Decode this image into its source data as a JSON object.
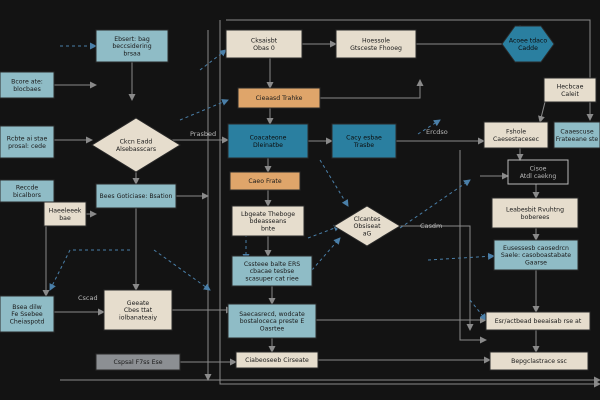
{
  "theme": {
    "background": "#131313",
    "edge": "#8a8a8a",
    "edge_dashed": "#4a7fa8",
    "text_dark": "#1a1a1a",
    "text_light": "#b9b9b9",
    "fill_cream": "#e6ddcd",
    "fill_blue": "#8fbcc6",
    "fill_teal": "#2a7fa0",
    "fill_orange": "#dfa56a",
    "fill_grey": "#8c8f93"
  },
  "nodes": [
    {
      "id": "n1",
      "shape": "rect",
      "fill": "blue",
      "label": [
        "Ebsert: bag",
        "beccsidering",
        "brsaa"
      ]
    },
    {
      "id": "n2",
      "shape": "rect",
      "fill": "blue",
      "label": [
        "Bcore ate:",
        "blocbaes"
      ]
    },
    {
      "id": "n3",
      "shape": "rect",
      "fill": "blue",
      "label": [
        "Rcbte ai stae",
        "prosal: cede"
      ]
    },
    {
      "id": "n4",
      "shape": "rect",
      "fill": "blue",
      "label": [
        "Reccde",
        "bicalbors"
      ]
    },
    {
      "id": "n5",
      "shape": "rect",
      "fill": "cream",
      "label": [
        "Haeeleeek",
        "bae"
      ]
    },
    {
      "id": "n6",
      "shape": "diamond",
      "fill": "cream",
      "label": [
        "Ckcn Eadd",
        "Alsebasscars"
      ]
    },
    {
      "id": "n7",
      "shape": "rect",
      "fill": "blue",
      "label": [
        "Bees Goticiase: Bsation"
      ]
    },
    {
      "id": "n8",
      "shape": "rect",
      "fill": "blue",
      "label": [
        "Bsea dilw",
        "Fe Ssebee",
        "Cheiaspotd"
      ]
    },
    {
      "id": "n9",
      "shape": "rect",
      "fill": "cream",
      "label": [
        "Geeate",
        "Cbes ttat",
        "iolbanateaiy"
      ]
    },
    {
      "id": "n10",
      "shape": "rect",
      "fill": "grey",
      "label": [
        "Cspsal  F7ss Ese"
      ]
    },
    {
      "id": "n11",
      "shape": "rect",
      "fill": "cream",
      "label": [
        "Cksaisbt",
        "Obas 0"
      ]
    },
    {
      "id": "n12",
      "shape": "rect",
      "fill": "orange",
      "label": [
        "Cieaasd Trahke"
      ]
    },
    {
      "id": "n13",
      "shape": "rect",
      "fill": "teal",
      "label": [
        "Coacateone",
        "Dleinatbe"
      ]
    },
    {
      "id": "n14",
      "shape": "rect",
      "fill": "orange",
      "label": [
        "Caeo   Frate"
      ]
    },
    {
      "id": "n15",
      "shape": "rect",
      "fill": "cream",
      "label": [
        "Lbgeate Theboge",
        "bdeasseans",
        "bnte"
      ]
    },
    {
      "id": "n16",
      "shape": "rect",
      "fill": "blue",
      "label": [
        "Cssteee balte ERS",
        "cbacae tesbse",
        "scasuper cat riee"
      ]
    },
    {
      "id": "n17",
      "shape": "rect",
      "fill": "blue",
      "label": [
        "Saecasrecd, wodcate",
        "bostaloceca preste E",
        "Oasrtee"
      ]
    },
    {
      "id": "n18",
      "shape": "rect",
      "fill": "cream",
      "label": [
        "Ciabeoseeb Cirseate"
      ]
    },
    {
      "id": "n19",
      "shape": "rect",
      "fill": "cream",
      "label": [
        "Hoessole",
        "Gtsceste Fhooeg"
      ]
    },
    {
      "id": "n20",
      "shape": "rect",
      "fill": "teal",
      "label": [
        "Cacy esbae",
        "Trasbe"
      ]
    },
    {
      "id": "n21",
      "shape": "diamond",
      "fill": "cream",
      "label": [
        "Clcantes",
        "Obsiseat",
        "aG"
      ]
    },
    {
      "id": "n22",
      "shape": "hexagon",
      "fill": "teal",
      "label": [
        "Acoee tdaco",
        "Cadde"
      ]
    },
    {
      "id": "n23",
      "shape": "rect",
      "fill": "cream",
      "label": [
        "Hecbcae",
        "Caleit"
      ]
    },
    {
      "id": "n24",
      "shape": "rect",
      "fill": "cream",
      "label": [
        "Fshole",
        "Caesestacesec"
      ]
    },
    {
      "id": "n25",
      "shape": "rect",
      "fill": "blue",
      "label": [
        "Caaescuse",
        "Frateeane ste"
      ]
    },
    {
      "id": "n26",
      "shape": "rect",
      "fill": "none",
      "label": [
        "Cisoe",
        "Atdl  caekng"
      ]
    },
    {
      "id": "n27",
      "shape": "rect",
      "fill": "cream",
      "label": [
        "Leabesbit  Rvuhtng",
        "boberees"
      ]
    },
    {
      "id": "n28",
      "shape": "rect",
      "fill": "blue",
      "label": [
        "Eusessesb caosedrcn",
        "Saele: casoboastabate",
        "Gaarse"
      ]
    },
    {
      "id": "n29",
      "shape": "rect",
      "fill": "cream",
      "label": [
        "Esr/actbead beeaisab rse at"
      ]
    },
    {
      "id": "n30",
      "shape": "rect",
      "fill": "cream",
      "label": [
        "Bepgclastrace ssc"
      ]
    }
  ],
  "free_labels": [
    {
      "id": "t1",
      "text": "Prasbed"
    },
    {
      "id": "t2",
      "text": "Cscad"
    },
    {
      "id": "t3",
      "text": "Ercdso"
    },
    {
      "id": "t4",
      "text": "Casdm"
    }
  ]
}
